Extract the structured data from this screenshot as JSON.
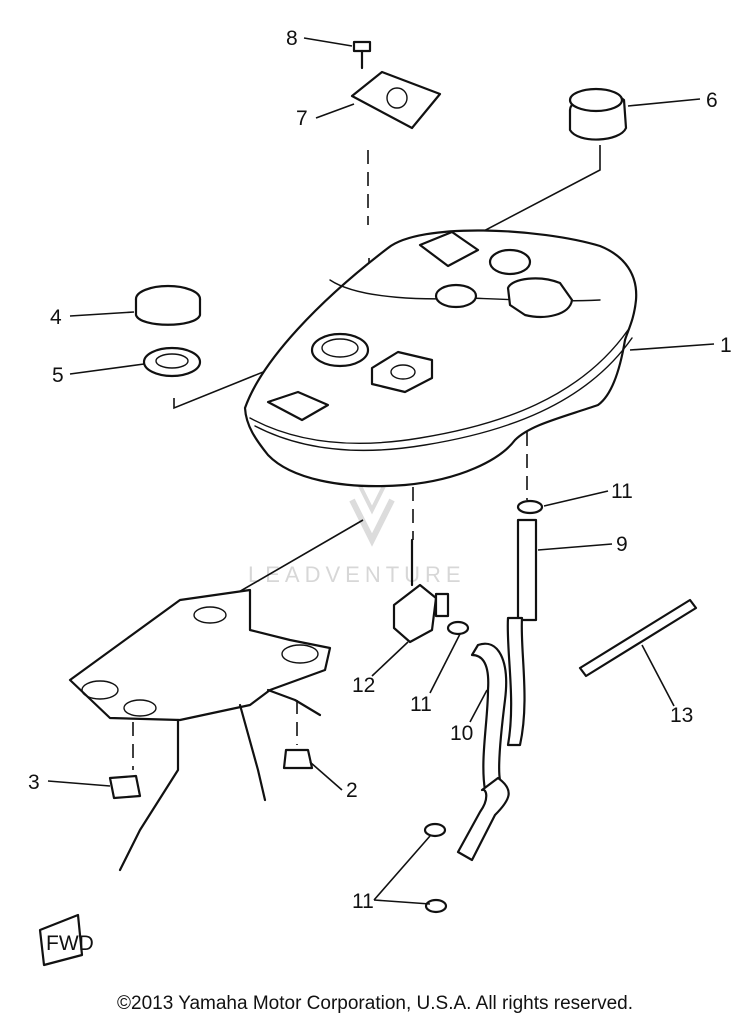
{
  "diagram": {
    "callouts": {
      "c1": "1",
      "c2": "2",
      "c3": "3",
      "c4": "4",
      "c5": "5",
      "c6": "6",
      "c7": "7",
      "c8": "8",
      "c9": "9",
      "c10": "10",
      "c11a": "11",
      "c11b": "11",
      "c11c": "11",
      "c12": "12",
      "c13": "13"
    },
    "fwd_label": "FWD",
    "watermark_text": "LEADVENTURE"
  },
  "footer": {
    "copyright": "©2013 Yamaha Motor Corporation, U.S.A. All rights reserved."
  }
}
